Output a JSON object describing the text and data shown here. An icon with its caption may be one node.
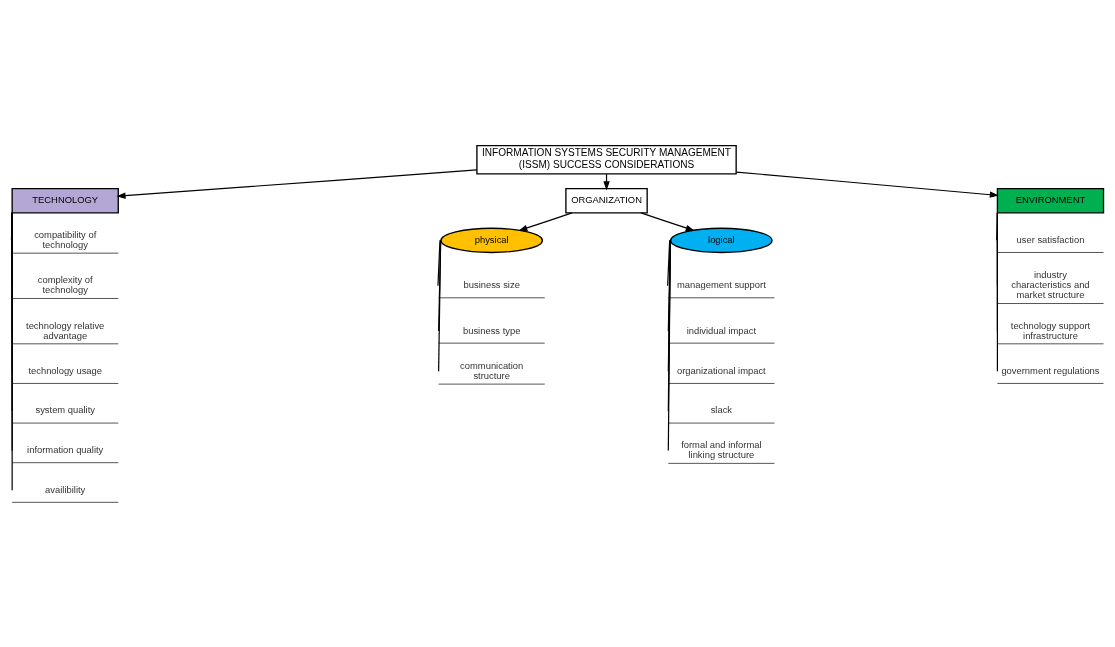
{
  "diagram": {
    "nodes": [
      {
        "text": [
          "INFORMATION SYSTEMS SECURITY MANAGEMENT (ISSM) SUCCESS CONSIDERATIONS"
        ]
      },
      {
        "text": [
          "TECHNOLOGY"
        ]
      },
      {
        "text": [
          "ORGANIZATION"
        ]
      },
      {
        "text": [
          "ENVIRONMENT"
        ]
      },
      {
        "text": [
          "physical"
        ]
      },
      {
        "text": [
          "logical"
        ]
      },
      {
        "text": [
          "compatibility of technology"
        ]
      },
      {
        "text": [
          "complexity of technology"
        ]
      },
      {
        "text": [
          "technology relative advantage"
        ]
      },
      {
        "text": [
          "technology usage"
        ]
      },
      {
        "text": [
          "system quality"
        ]
      },
      {
        "text": [
          "information quality"
        ]
      },
      {
        "text": [
          "availibility"
        ]
      },
      {
        "text": [
          "business size"
        ]
      },
      {
        "text": [
          "business type"
        ]
      },
      {
        "text": [
          "communication structure"
        ]
      },
      {
        "text": [
          "management support"
        ]
      },
      {
        "text": [
          "individual impact"
        ]
      },
      {
        "text": [
          "organizational impact"
        ]
      },
      {
        "text": [
          "slack"
        ]
      },
      {
        "text": [
          "formal and informal linking structure"
        ]
      },
      {
        "text": [
          "user satisfaction"
        ]
      },
      {
        "text": [
          "industry characteristics and market structure"
        ]
      },
      {
        "text": [
          "technology support infrastructure"
        ]
      },
      {
        "text": [
          "government regulations"
        ]
      }
    ],
    "edges": [
      {
        "from": 0,
        "to": 1,
        "arrow": "to"
      },
      {
        "from": 0,
        "to": 2,
        "arrow": "to"
      },
      {
        "from": 0,
        "to": 3,
        "arrow": "to"
      },
      {
        "from": 2,
        "to": 4,
        "arrow": "to"
      },
      {
        "from": 2,
        "to": 5,
        "arrow": "to"
      },
      {
        "from": 1,
        "to": 6,
        "arrow": "none"
      },
      {
        "from": 1,
        "to": 7,
        "arrow": "none"
      },
      {
        "from": 1,
        "to": 8,
        "arrow": "none"
      },
      {
        "from": 1,
        "to": 9,
        "arrow": "none"
      },
      {
        "from": 1,
        "to": 10,
        "arrow": "none"
      },
      {
        "from": 1,
        "to": 11,
        "arrow": "none"
      },
      {
        "from": 1,
        "to": 12,
        "arrow": "none"
      },
      {
        "from": 4,
        "to": 13,
        "arrow": "none"
      },
      {
        "from": 4,
        "to": 14,
        "arrow": "none"
      },
      {
        "from": 4,
        "to": 15,
        "arrow": "none"
      },
      {
        "from": 5,
        "to": 16,
        "arrow": "none"
      },
      {
        "from": 5,
        "to": 17,
        "arrow": "none"
      },
      {
        "from": 5,
        "to": 18,
        "arrow": "none"
      },
      {
        "from": 5,
        "to": 19,
        "arrow": "none"
      },
      {
        "from": 5,
        "to": 20,
        "arrow": "none"
      },
      {
        "from": 3,
        "to": 21,
        "arrow": "none"
      },
      {
        "from": 3,
        "to": 22,
        "arrow": "none"
      },
      {
        "from": 3,
        "to": 23,
        "arrow": "none"
      },
      {
        "from": 3,
        "to": 24,
        "arrow": "none"
      }
    ]
  }
}
